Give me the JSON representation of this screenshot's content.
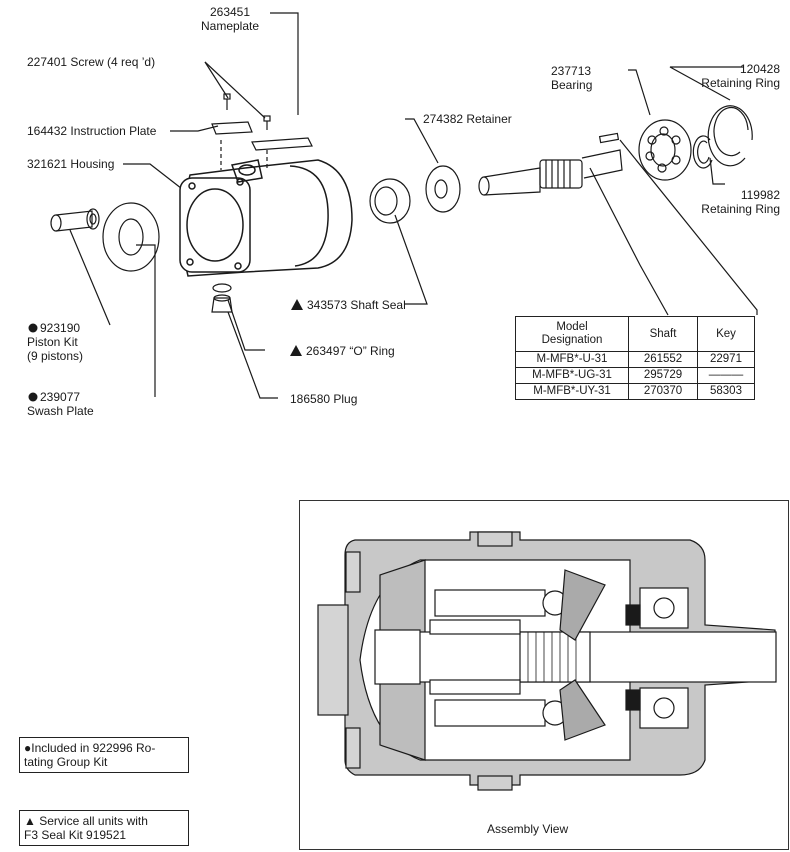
{
  "callouts": {
    "nameplate": [
      "263451",
      "Nameplate"
    ],
    "screw": "227401 Screw (4 req   ’d)",
    "instruction_plate": "164432 Instruction Plate",
    "housing": "321621 Housing",
    "retainer": "274382 Retainer",
    "bearing": [
      "237713",
      "Bearing"
    ],
    "retaining_ring_outer": [
      "120428",
      "Retaining Ring"
    ],
    "retaining_ring_inner": [
      "119982",
      "Retaining Ring"
    ],
    "shaft_seal": "343573 Shaft Seal",
    "o_ring": "263497  “O” Ring",
    "plug": "186580 Plug",
    "piston_kit": [
      "923190",
      "Piston Kit",
      "(9 pistons)"
    ],
    "swash_plate": [
      "239077",
      "Swash Plate"
    ]
  },
  "symbols": {
    "circle": "●",
    "triangle": "▲"
  },
  "table": {
    "headers": [
      "Model\nDesignation",
      "Shaft",
      "Key"
    ],
    "rows": [
      [
        "M-MFB*-U-31",
        "261552",
        "22971"
      ],
      [
        "M-MFB*-UG-31",
        "295729",
        "———"
      ],
      [
        "M-MFB*-UY-31",
        "270370",
        "58303"
      ]
    ]
  },
  "notes": {
    "included": [
      "Included in 922996 Ro-",
      "tating Group Kit"
    ],
    "service": [
      "Service all units with",
      "F3 Seal Kit 919521"
    ]
  },
  "assembly_caption": "Assembly View"
}
